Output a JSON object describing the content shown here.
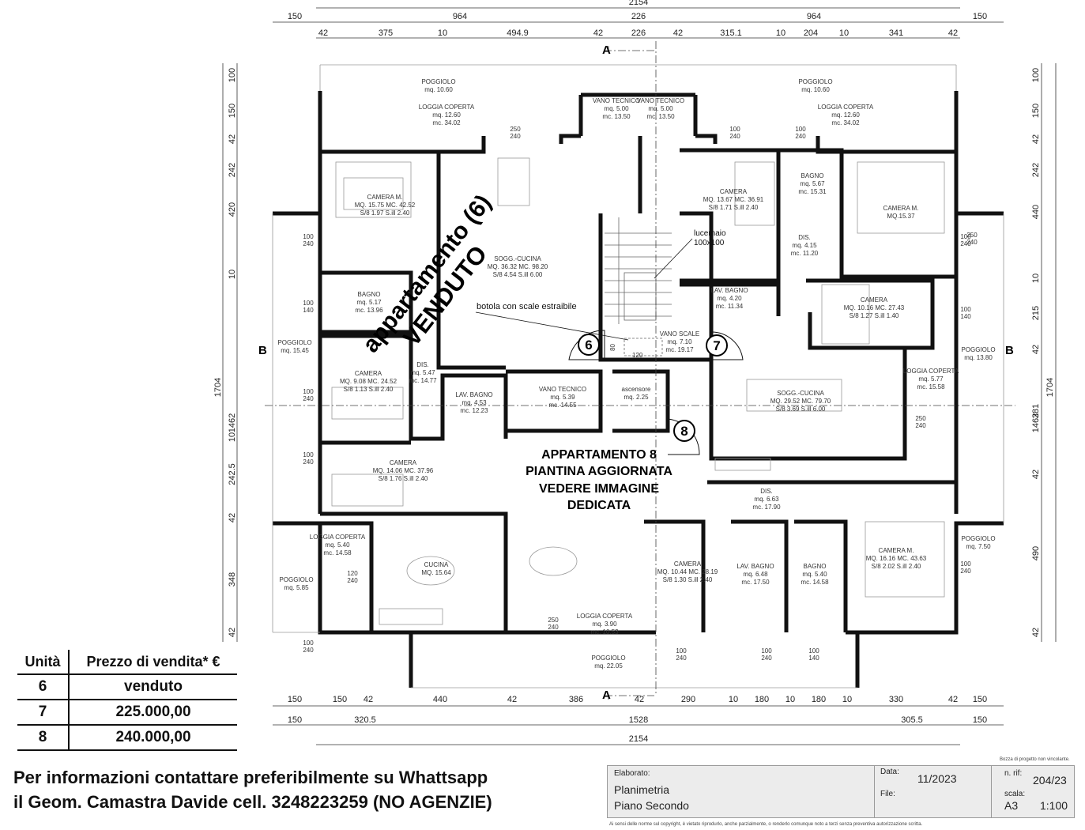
{
  "dimensions": {
    "top_total": "2154",
    "top_row2": [
      "150",
      "964",
      "226",
      "964",
      "150"
    ],
    "top_row3": [
      "42",
      "375",
      "10",
      "494.9",
      "42",
      "226",
      "42",
      "315.1",
      "10",
      "204",
      "10",
      "341",
      "42"
    ],
    "bottom_row1": [
      "150",
      "150",
      "42",
      "440",
      "42",
      "386",
      "42",
      "290",
      "10",
      "180",
      "10",
      "180",
      "10",
      "330",
      "42",
      "150"
    ],
    "bottom_row2": [
      "150",
      "320.5",
      "1528",
      "305.5",
      "150"
    ],
    "bottom_total": "2154",
    "left_col": [
      "100",
      "150",
      "42",
      "242",
      "420",
      "10",
      "1462",
      "10",
      "242.5",
      "42",
      "348",
      "42"
    ],
    "left_total": "1704",
    "right_col": [
      "100",
      "150",
      "42",
      "242",
      "440",
      "10",
      "215",
      "42",
      "381",
      "1462",
      "42",
      "490",
      "42"
    ],
    "right_total": "1704"
  },
  "section_markers": {
    "a_top": "A",
    "a_bottom": "A",
    "b_left": "B",
    "b_right": "B"
  },
  "rooms": [
    {
      "name": "POGGIOLO",
      "l1": "mq. 10.60",
      "l2": ""
    },
    {
      "name": "LOGGIA COPERTA",
      "l1": "mq. 12.60",
      "l2": "mc. 34.02"
    },
    {
      "name": "VANO TECNICO",
      "l1": "mq. 5.00",
      "l2": "mc. 13.50"
    },
    {
      "name": "VANO TECNICO",
      "l1": "mq. 5.00",
      "l2": "mc. 13.50"
    },
    {
      "name": "POGGIOLO",
      "l1": "mq. 10.60",
      "l2": ""
    },
    {
      "name": "LOGGIA COPERTA",
      "l1": "mq. 12.60",
      "l2": "mc. 34.02"
    },
    {
      "name": "CAMERA M.",
      "l1": "MQ. 15.75  MC. 42.52",
      "l2": "S/8  1.97  S.ill  2.40"
    },
    {
      "name": "SOGG.-CUCINA",
      "l1": "MQ. 36.32  MC. 98.20",
      "l2": "S/8  4.54  S.ill  6.00"
    },
    {
      "name": "BAGNO",
      "l1": "mq. 5.17",
      "l2": "mc. 13.96"
    },
    {
      "name": "POGGIOLO",
      "l1": "mq. 15.45",
      "l2": ""
    },
    {
      "name": "CAMERA",
      "l1": "MQ. 9.08  MC. 24.52",
      "l2": "S/8  1.13  S.ill  2.40"
    },
    {
      "name": "DIS.",
      "l1": "mq. 5.47",
      "l2": "mc. 14.77"
    },
    {
      "name": "LAV. BAGNO",
      "l1": "mq. 4.53",
      "l2": "mc. 12.23"
    },
    {
      "name": "VANO TECNICO",
      "l1": "mq. 5.39",
      "l2": "mc. 14.55"
    },
    {
      "name": "ascensore",
      "l1": "mq. 2.25",
      "l2": ""
    },
    {
      "name": "CAMERA",
      "l1": "MQ. 14.06  MC. 37.96",
      "l2": "S/8  1.76  S.ill  2.40"
    },
    {
      "name": "LOGGIA COPERTA",
      "l1": "mq. 5.40",
      "l2": "mc. 14.58"
    },
    {
      "name": "POGGIOLO",
      "l1": "mq. 5.85",
      "l2": ""
    },
    {
      "name": "CUCINA",
      "l1": "MQ. 15.64",
      "l2": ""
    },
    {
      "name": "LOGGIA COPERTA",
      "l1": "mq. 3.90",
      "l2": "mc. 10.53"
    },
    {
      "name": "POGGIOLO",
      "l1": "mq. 22.05",
      "l2": ""
    },
    {
      "name": "CAMERA",
      "l1": "MQ. 13.67  MC. 36.91",
      "l2": "S/8  1.71  S.ill  2.40"
    },
    {
      "name": "BAGNO",
      "l1": "mq. 5.67",
      "l2": "mc. 15.31"
    },
    {
      "name": "CAMERA M.",
      "l1": "MQ.15.37",
      "l2": ""
    },
    {
      "name": "DIS.",
      "l1": "mq. 4.15",
      "l2": "mc. 11.20"
    },
    {
      "name": "LAV. BAGNO",
      "l1": "mq. 4.20",
      "l2": "mc. 11.34"
    },
    {
      "name": "CAMERA",
      "l1": "MQ. 10.16  MC. 27.43",
      "l2": "S/8  1.27  S.ill  1.40"
    },
    {
      "name": "VANO SCALE",
      "l1": "mq. 7.10",
      "l2": "mc. 19.17"
    },
    {
      "name": "POGGIOLO",
      "l1": "mq. 13.80",
      "l2": ""
    },
    {
      "name": "LOGGIA COPERTA",
      "l1": "mq. 5.77",
      "l2": "mc. 15.58"
    },
    {
      "name": "SOGG.-CUCINA",
      "l1": "MQ. 29.52  MC. 79.70",
      "l2": "S/8  3.69  S.ill  6.00"
    },
    {
      "name": "DIS.",
      "l1": "mq. 6.63",
      "l2": "mc. 17.90"
    },
    {
      "name": "CAMERA",
      "l1": "MQ. 10.44  MC. 28.19",
      "l2": "S/8  1.30  S.ill  2.40"
    },
    {
      "name": "LAV. BAGNO",
      "l1": "mq. 6.48",
      "l2": "mc. 17.50"
    },
    {
      "name": "BAGNO",
      "l1": "mq. 5.40",
      "l2": "mc. 14.58"
    },
    {
      "name": "CAMERA M.",
      "l1": "MQ. 16.16  MC. 43.63",
      "l2": "S/8  2.02  S.ill  2.40"
    },
    {
      "name": "POGGIOLO",
      "l1": "mq. 7.50",
      "l2": ""
    }
  ],
  "openings": [
    [
      "100",
      "240"
    ],
    [
      "100",
      "140"
    ],
    [
      "100",
      "240"
    ],
    [
      "100",
      "240"
    ],
    [
      "250",
      "240"
    ],
    [
      "250",
      "240"
    ],
    [
      "100",
      "240"
    ],
    [
      "100",
      "240"
    ],
    [
      "100",
      "240"
    ],
    [
      "100",
      "140"
    ],
    [
      "250",
      "240"
    ],
    [
      "100",
      "240"
    ],
    [
      "120",
      "240"
    ],
    [
      "100",
      "240"
    ],
    [
      "100",
      "240"
    ],
    [
      "100",
      "140"
    ],
    [
      "100",
      "240"
    ],
    [
      "250",
      "240"
    ]
  ],
  "overlays": {
    "lucernaio": [
      "lucernaio",
      "100x100"
    ],
    "botola": "botola con scale estraibile",
    "stair_80": "80",
    "stair_120": "120",
    "apt6_line1": "appartamento (6)",
    "apt6_line2": "VENDUTO",
    "apt8": [
      "APPARTAMENTO 8",
      "PIANTINA AGGIORNATA",
      "VEDERE IMMAGINE",
      "DEDICATA"
    ],
    "circles": [
      "6",
      "7",
      "8"
    ]
  },
  "price_table": {
    "headers": [
      "Unità",
      "Prezzo di vendita* €"
    ],
    "rows": [
      {
        "unit": "6",
        "price": "venduto"
      },
      {
        "unit": "7",
        "price": "225.000,00"
      },
      {
        "unit": "8",
        "price": "240.000,00"
      }
    ]
  },
  "contact": [
    "Per informazioni contattare preferibilmente su Whattsapp",
    "il Geom. Camastra Davide cell. 3248223259 (NO AGENZIE)"
  ],
  "title_block": {
    "elaborato_label": "Elaborato:",
    "elaborato_l1": "Planimetria",
    "elaborato_l2": "Piano Secondo",
    "data_label": "Data:",
    "data_value": "11/2023",
    "file_label": "File:",
    "rif_label": "n. rif:",
    "rif_value": "204/23",
    "scala_label": "scala:",
    "format": "A3",
    "scale": "1:100",
    "bozza": "Bozza di progetto non vincolante.",
    "copyright": "Ai sensi delle norme sul copyright, è vietato riprodurlo, anche parzialmente, o renderlo comunque noto a terzi senza preventiva autorizzazione scritta."
  },
  "colors": {
    "wall": "#111111",
    "fixture": "#9a9a9a",
    "dim_line": "#333333",
    "titleblock_bg": "#ececec"
  }
}
